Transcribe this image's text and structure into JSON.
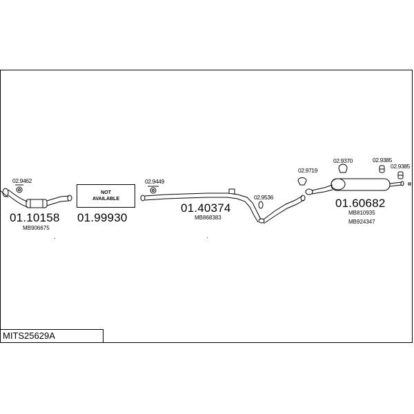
{
  "header_code": "MITS25629A",
  "not_available": {
    "line1": "NOT",
    "line2": "AVAILABLE"
  },
  "parts": [
    {
      "number": "01.10158",
      "oem": "MB906675"
    },
    {
      "number": "01.99930"
    },
    {
      "number": "01.40374",
      "oem": "MB868383"
    },
    {
      "number": "01.60682",
      "oem": [
        "MB810935",
        "MB924347"
      ]
    }
  ],
  "accessories": [
    "02.9462",
    "02.9449",
    "02.9536",
    "02.9719",
    "02.9370",
    "02.9385",
    "02.9385"
  ]
}
